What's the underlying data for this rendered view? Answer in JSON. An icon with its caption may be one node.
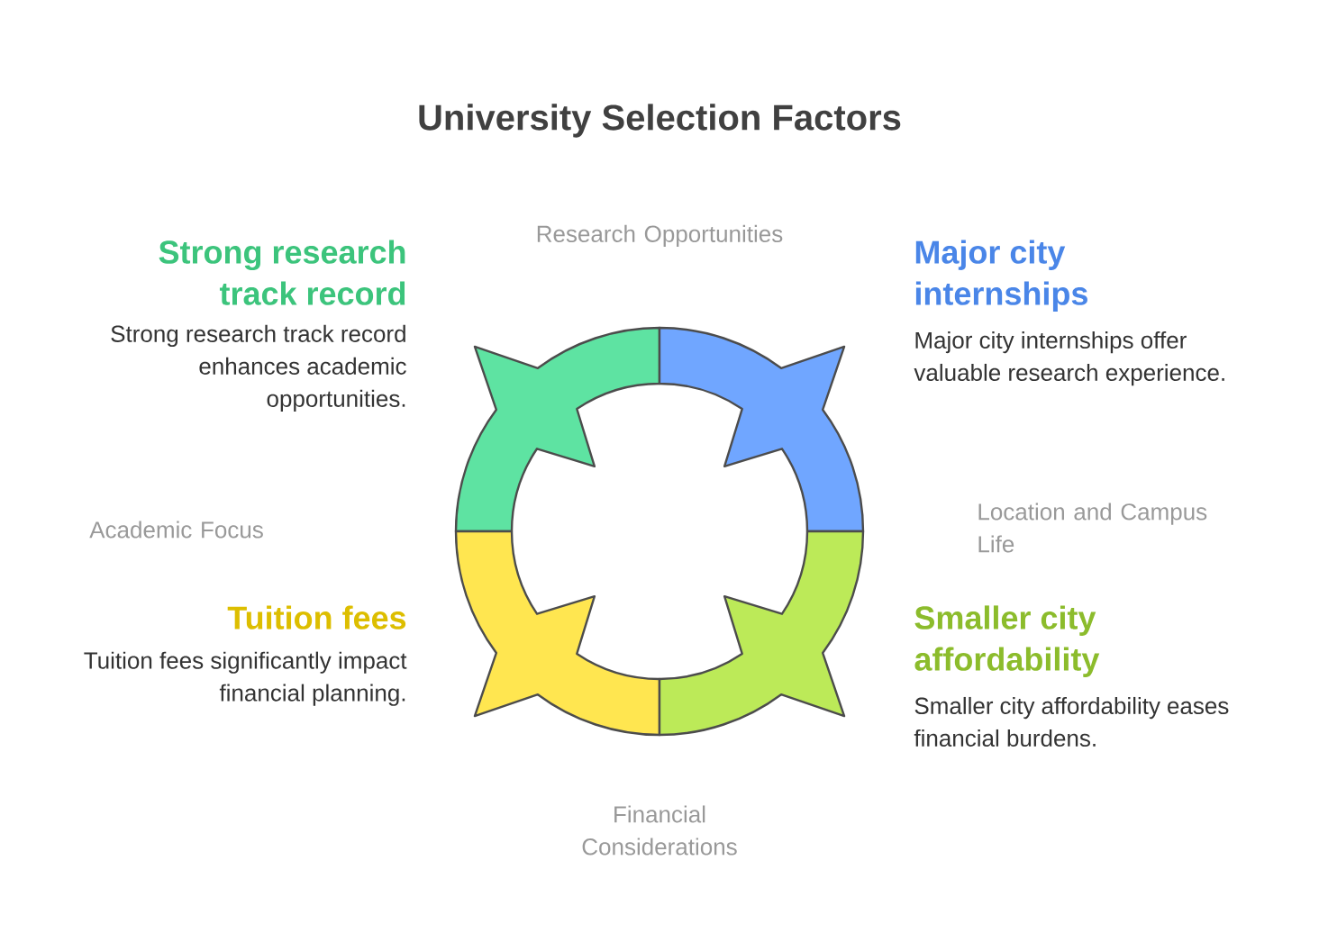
{
  "diagram": {
    "title": "University Selection Factors",
    "nodes": [
      {
        "text": [
          "Strong research track record",
          "Strong research track record enhances academic opportunities."
        ]
      },
      {
        "text": [
          "Major city internships",
          "Major city internships offer valuable research experience."
        ]
      },
      {
        "text": [
          "Tuition fees",
          "Tuition fees significantly impact financial planning."
        ]
      },
      {
        "text": [
          "Smaller city affordability",
          "Smaller city affordability eases financial burdens."
        ]
      }
    ],
    "edges": [],
    "labels": [
      "Research Opportunities",
      "Academic Focus",
      "Location and Campus Life",
      "Financial Considerations"
    ]
  }
}
